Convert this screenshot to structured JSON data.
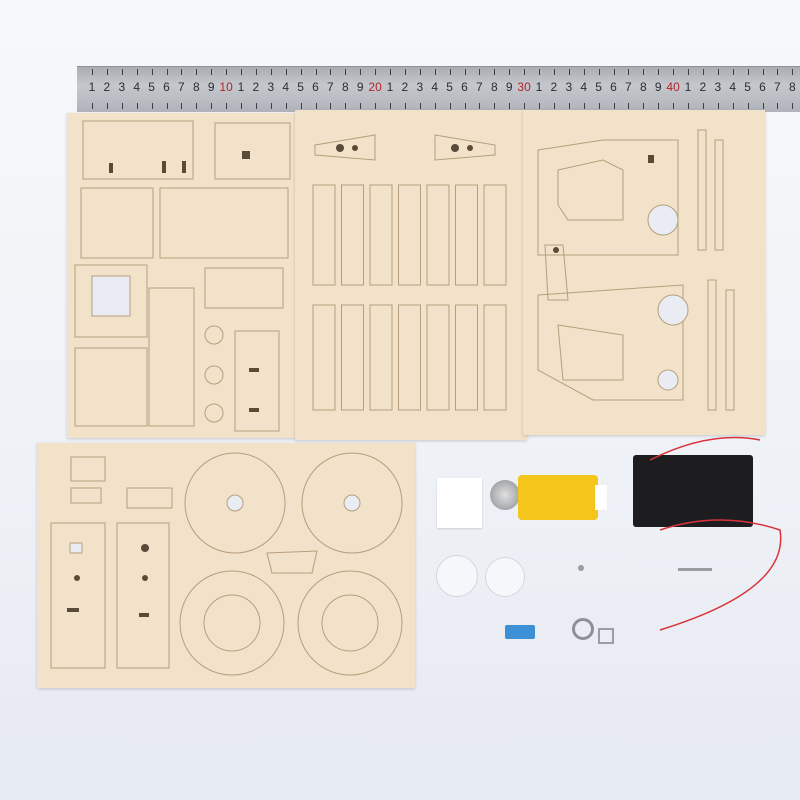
{
  "ruler": {
    "labels": [
      "1",
      "2",
      "3",
      "4",
      "5",
      "6",
      "7",
      "8",
      "9",
      "10",
      "1",
      "2",
      "3",
      "4",
      "5",
      "6",
      "7",
      "8",
      "9",
      "20",
      "1",
      "2",
      "3",
      "4",
      "5",
      "6",
      "7",
      "8",
      "9",
      "30",
      "1",
      "2",
      "3",
      "4",
      "5",
      "6",
      "7",
      "8",
      "9",
      "40",
      "1",
      "2",
      "3",
      "4",
      "5",
      "6",
      "7",
      "8"
    ],
    "highlight_color": "#b2232a"
  }
}
